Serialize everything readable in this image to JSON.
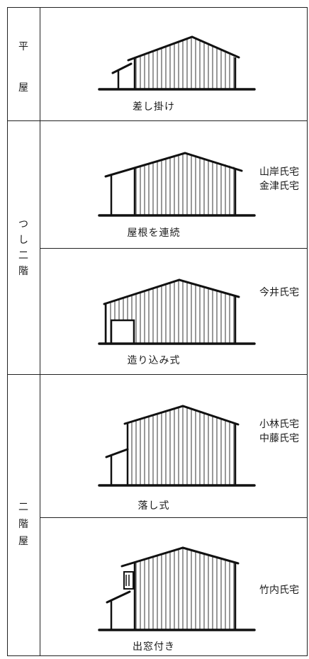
{
  "categories": [
    {
      "id": "hiraya",
      "chars": [
        "平",
        "屋"
      ]
    },
    {
      "id": "tsushi",
      "chars": [
        "つ",
        "し",
        "二",
        "階"
      ]
    },
    {
      "id": "nikaiya",
      "chars": [
        "二",
        "階",
        "屋"
      ]
    }
  ],
  "rows": [
    {
      "id": "sashikake",
      "caption": "差し掛け",
      "owners": []
    },
    {
      "id": "yane-renzoku",
      "caption": "屋根を連続",
      "owners": [
        "山岸氏宅",
        "金津氏宅"
      ]
    },
    {
      "id": "tsukurikomi",
      "caption": "造り込み式",
      "owners": [
        "今井氏宅"
      ]
    },
    {
      "id": "otoshi",
      "caption": "落し式",
      "owners": [
        "小林氏宅",
        "中藤氏宅"
      ]
    },
    {
      "id": "demado",
      "caption": "出窓付き",
      "owners": [
        "竹内氏宅"
      ]
    }
  ],
  "colors": {
    "ink": "#1a1a1a",
    "line": "#222222",
    "background": "#ffffff"
  }
}
